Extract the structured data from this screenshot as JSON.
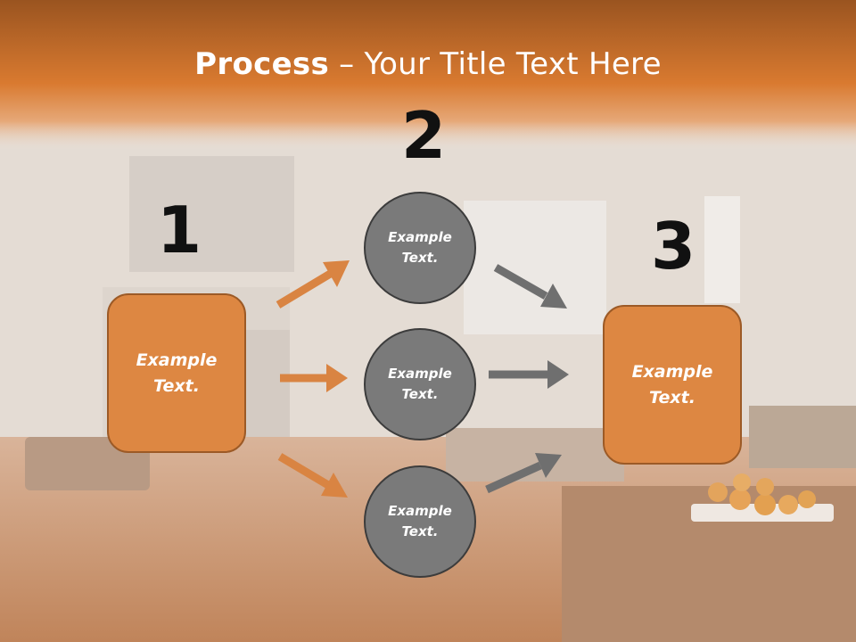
{
  "slide": {
    "title_bold": "Process",
    "title_rest": " – Your Title Text Here",
    "steps": {
      "one": "1",
      "two": "2",
      "three": "3"
    },
    "left_box": "Example\nText.",
    "right_box": "Example\nText.",
    "circles": [
      "Example\nText.",
      "Example\nText.",
      "Example\nText."
    ],
    "colors": {
      "accent_orange": "#dd8742",
      "circle_gray": "#7a7a7a",
      "header_orange": "#c8702a"
    }
  }
}
